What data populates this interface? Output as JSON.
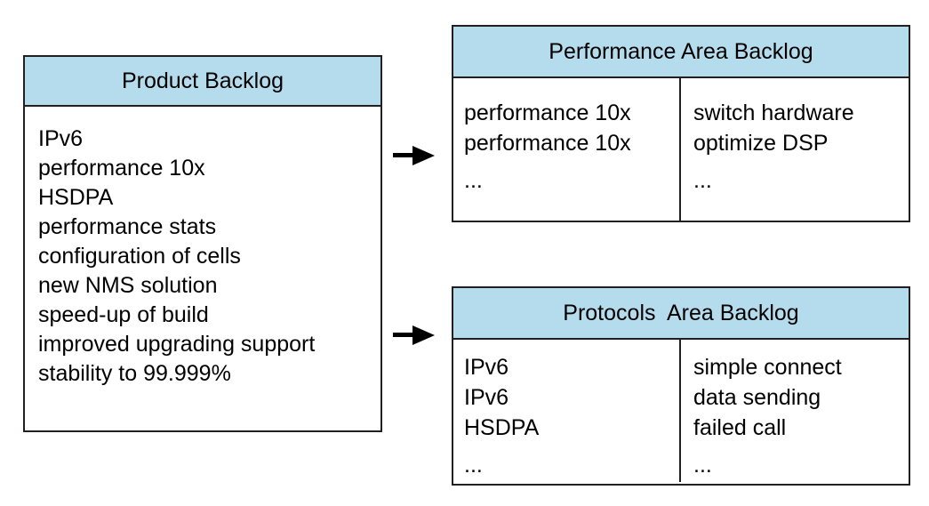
{
  "diagram": {
    "title_semantic": "agile-backlog-split-diagram",
    "colors": {
      "header_fill": "#b5dcec",
      "border": "#231f20",
      "text": "#000000",
      "background": "#ffffff"
    }
  },
  "product_backlog": {
    "title": "Product Backlog",
    "items": [
      "IPv6",
      "performance 10x",
      "HSDPA",
      "performance stats",
      "configuration of cells",
      "new NMS solution",
      "speed-up of build",
      "improved upgrading support",
      "stability to 99.999%"
    ]
  },
  "performance_area_backlog": {
    "title": "Performance Area Backlog",
    "left_column": [
      "performance 10x",
      "performance 10x"
    ],
    "left_ellipsis": "...",
    "right_column": [
      "switch hardware",
      "optimize DSP"
    ],
    "right_ellipsis": "..."
  },
  "protocols_area_backlog": {
    "title": "Protocols  Area Backlog",
    "left_column": [
      "IPv6",
      "IPv6",
      "HSDPA"
    ],
    "left_ellipsis": "...",
    "right_column": [
      "simple connect",
      "data sending",
      "failed call"
    ],
    "right_ellipsis": "..."
  },
  "arrows": [
    {
      "name": "arrow-to-performance",
      "label": ""
    },
    {
      "name": "arrow-to-protocols",
      "label": ""
    }
  ]
}
